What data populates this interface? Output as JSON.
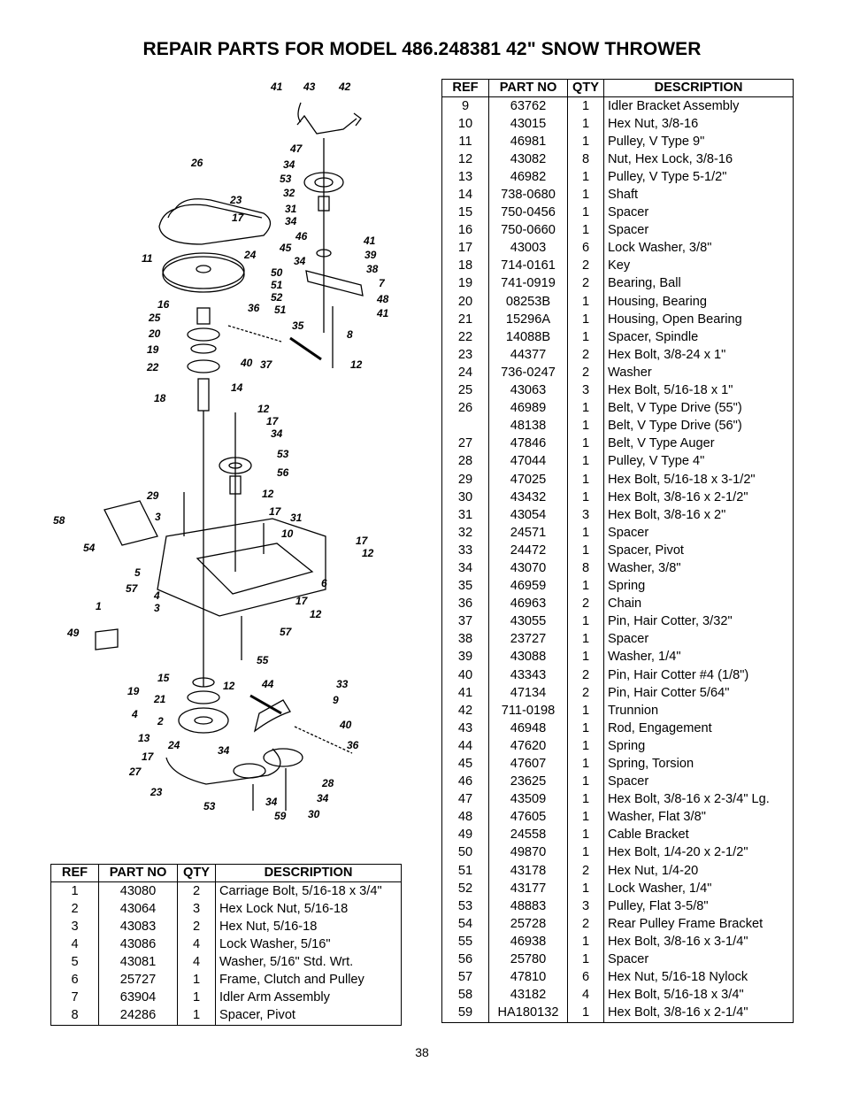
{
  "page": {
    "title": "REPAIR PARTS FOR MODEL 486.248381 42\" SNOW THROWER",
    "page_number": "38"
  },
  "table_headers": {
    "ref": "REF",
    "part_no": "PART NO",
    "qty": "QTY",
    "description": "DESCRIPTION"
  },
  "right_table": [
    [
      "9",
      "63762",
      "1",
      "Idler Bracket Assembly"
    ],
    [
      "10",
      "43015",
      "1",
      "Hex Nut, 3/8-16"
    ],
    [
      "11",
      "46981",
      "1",
      "Pulley, V Type  9\""
    ],
    [
      "12",
      "43082",
      "8",
      "Nut, Hex Lock, 3/8-16"
    ],
    [
      "13",
      "46982",
      "1",
      "Pulley, V Type  5-1/2\""
    ],
    [
      "14",
      "738-0680",
      "1",
      "Shaft"
    ],
    [
      "15",
      "750-0456",
      "1",
      "Spacer"
    ],
    [
      "16",
      "750-0660",
      "1",
      "Spacer"
    ],
    [
      "17",
      "43003",
      "6",
      "Lock Washer, 3/8\""
    ],
    [
      "18",
      "714-0161",
      "2",
      "Key"
    ],
    [
      "19",
      "741-0919",
      "2",
      "Bearing, Ball"
    ],
    [
      "20",
      "08253B",
      "1",
      "Housing, Bearing"
    ],
    [
      "21",
      "15296A",
      "1",
      "Housing, Open Bearing"
    ],
    [
      "22",
      "14088B",
      "1",
      "Spacer, Spindle"
    ],
    [
      "23",
      "44377",
      "2",
      "Hex Bolt, 3/8-24 x 1\""
    ],
    [
      "24",
      "736-0247",
      "2",
      "Washer"
    ],
    [
      "25",
      "43063",
      "3",
      "Hex Bolt, 5/16-18 x 1\""
    ],
    [
      "26",
      "46989",
      "1",
      "Belt, V Type Drive (55\")"
    ],
    [
      "",
      "48138",
      "1",
      "Belt, V Type Drive (56\")"
    ],
    [
      "27",
      "47846",
      "1",
      "Belt, V Type Auger"
    ],
    [
      "28",
      "47044",
      "1",
      "Pulley, V Type  4\""
    ],
    [
      "29",
      "47025",
      "1",
      "Hex Bolt, 5/16-18 x 3-1/2\""
    ],
    [
      "30",
      "43432",
      "1",
      "Hex Bolt, 3/8-16 x 2-1/2\""
    ],
    [
      "31",
      "43054",
      "3",
      "Hex Bolt, 3/8-16 x 2\""
    ],
    [
      "32",
      "24571",
      "1",
      "Spacer"
    ],
    [
      "33",
      "24472",
      "1",
      "Spacer, Pivot"
    ],
    [
      "34",
      "43070",
      "8",
      "Washer, 3/8\""
    ],
    [
      "35",
      "46959",
      "1",
      "Spring"
    ],
    [
      "36",
      "46963",
      "2",
      "Chain"
    ],
    [
      "37",
      "43055",
      "1",
      "Pin, Hair Cotter, 3/32\""
    ],
    [
      "38",
      "23727",
      "1",
      "Spacer"
    ],
    [
      "39",
      "43088",
      "1",
      "Washer, 1/4\""
    ],
    [
      "40",
      "43343",
      "2",
      "Pin, Hair Cotter #4 (1/8\")"
    ],
    [
      "41",
      "47134",
      "2",
      "Pin, Hair Cotter  5/64\""
    ],
    [
      "42",
      "711-0198",
      "1",
      "Trunnion"
    ],
    [
      "43",
      "46948",
      "1",
      "Rod, Engagement"
    ],
    [
      "44",
      "47620",
      "1",
      "Spring"
    ],
    [
      "45",
      "47607",
      "1",
      "Spring, Torsion"
    ],
    [
      "46",
      "23625",
      "1",
      "Spacer"
    ],
    [
      "47",
      "43509",
      "1",
      "Hex Bolt, 3/8-16 x 2-3/4\" Lg."
    ],
    [
      "48",
      "47605",
      "1",
      "Washer, Flat 3/8\""
    ],
    [
      "49",
      "24558",
      "1",
      "Cable Bracket"
    ],
    [
      "50",
      "49870",
      "1",
      "Hex Bolt, 1/4-20 x 2-1/2\""
    ],
    [
      "51",
      "43178",
      "2",
      "Hex Nut, 1/4-20"
    ],
    [
      "52",
      "43177",
      "1",
      "Lock Washer, 1/4\""
    ],
    [
      "53",
      "48883",
      "3",
      "Pulley,  Flat 3-5/8\""
    ],
    [
      "54",
      "25728",
      "2",
      "Rear Pulley Frame Bracket"
    ],
    [
      "55",
      "46938",
      "1",
      "Hex Bolt, 3/8-16 x 3-1/4\""
    ],
    [
      "56",
      "25780",
      "1",
      "Spacer"
    ],
    [
      "57",
      "47810",
      "6",
      "Hex Nut, 5/16-18 Nylock"
    ],
    [
      "58",
      "43182",
      "4",
      "Hex Bolt, 5/16-18 x 3/4\""
    ],
    [
      "59",
      "HA180132",
      "1",
      "Hex Bolt, 3/8-16 x 2-1/4\""
    ]
  ],
  "left_table": [
    [
      "1",
      "43080",
      "2",
      "Carriage Bolt, 5/16-18 x 3/4\""
    ],
    [
      "2",
      "43064",
      "3",
      "Hex Lock Nut, 5/16-18"
    ],
    [
      "3",
      "43083",
      "2",
      "Hex Nut, 5/16-18"
    ],
    [
      "4",
      "43086",
      "4",
      "Lock Washer, 5/16\""
    ],
    [
      "5",
      "43081",
      "4",
      "Washer, 5/16\" Std. Wrt."
    ],
    [
      "6",
      "25727",
      "1",
      "Frame, Clutch and Pulley"
    ],
    [
      "7",
      "63904",
      "1",
      "Idler Arm Assembly"
    ],
    [
      "8",
      "24286",
      "1",
      "Spacer, Pivot"
    ]
  ],
  "diagram_callouts": [
    "41",
    "43",
    "42",
    "47",
    "34",
    "53",
    "32",
    "31",
    "34",
    "46",
    "45",
    "34",
    "41",
    "39",
    "38",
    "7",
    "26",
    "23",
    "17",
    "24",
    "11",
    "50",
    "51",
    "52",
    "51",
    "48",
    "41",
    "16",
    "25",
    "20",
    "19",
    "22",
    "36",
    "35",
    "8",
    "40",
    "37",
    "12",
    "18",
    "14",
    "12",
    "17",
    "34",
    "53",
    "56",
    "29",
    "12",
    "3",
    "17",
    "31",
    "10",
    "58",
    "54",
    "17",
    "12",
    "5",
    "6",
    "57",
    "4",
    "3",
    "17",
    "12",
    "1",
    "49",
    "57",
    "55",
    "15",
    "19",
    "21",
    "4",
    "2",
    "13",
    "24",
    "17",
    "27",
    "23",
    "12",
    "44",
    "33",
    "9",
    "40",
    "36",
    "34",
    "53",
    "34",
    "28",
    "34",
    "59",
    "30"
  ]
}
